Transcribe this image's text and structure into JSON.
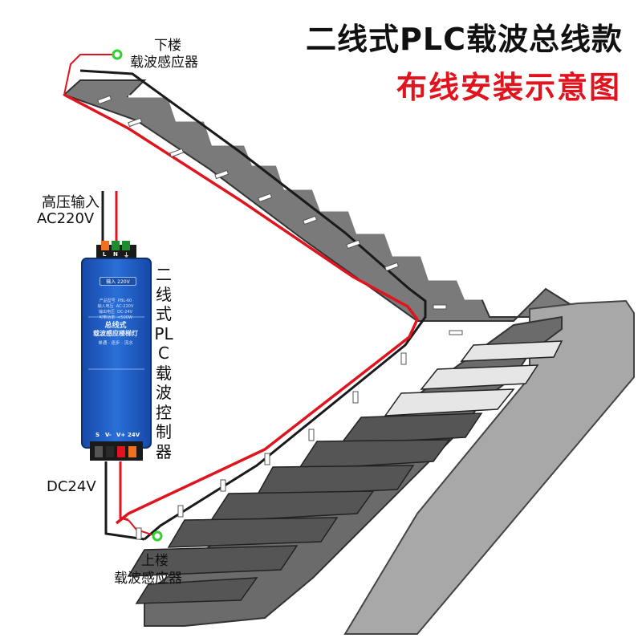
{
  "title": "二线式PLC载波总线款",
  "subtitle": "布线安装示意图",
  "labels": {
    "downstairs_line1": "下楼",
    "downstairs_line2": "载波感应器",
    "high_voltage_line1": "高压输入",
    "high_voltage_line2": "AC220V",
    "dc_output": "DC24V",
    "upstairs_line1": "上楼",
    "upstairs_line2": "载波感应器",
    "controller_vertical": "二线式PLC载波控制器"
  },
  "device": {
    "input_rating": "输入 220V",
    "spec_lines": "产品型号  PBL-60\n输入电压  AC-220V\n输出电压  DC-24V\n可带功率  <500W",
    "name_line1": "总线式",
    "name_line2": "载波感应楼梯灯",
    "modes": "单通 · 逐步 · 流水",
    "top_terminals": [
      "L",
      "N",
      "⏚"
    ],
    "bottom_terminals": [
      "S",
      "V-",
      "V+",
      "24V"
    ]
  },
  "colors": {
    "red_wire": "#e0141e",
    "black_wire": "#1a1a1a",
    "stair_gray": "#6d6d6d",
    "step_face": "#e9e9e9",
    "device_blue": "#1d5dc4",
    "sensor_green": "#2fd12f"
  }
}
